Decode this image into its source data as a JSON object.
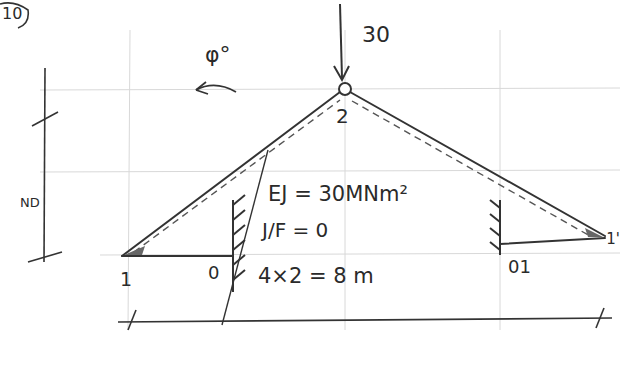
{
  "diagram": {
    "labels": [
      "10",
      "30",
      "φ°",
      "ND",
      "2",
      "EJ = 30MNm²",
      "J/F = 0",
      "1",
      "0",
      "01",
      "1'",
      "4×2 = 8 m"
    ]
  }
}
